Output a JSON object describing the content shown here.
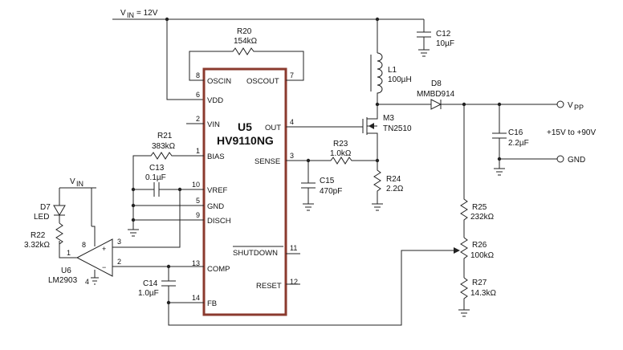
{
  "chip": {
    "ref": "U5",
    "part": "HV9110NG",
    "pins": {
      "oscin": {
        "num": "8",
        "name": "OSCIN"
      },
      "oscout": {
        "num": "7",
        "name": "OSCOUT"
      },
      "vdd": {
        "num": "6",
        "name": "VDD"
      },
      "vin": {
        "num": "2",
        "name": "VIN"
      },
      "bias": {
        "num": "1",
        "name": "BIAS"
      },
      "vref": {
        "num": "10",
        "name": "VREF"
      },
      "gnd": {
        "num": "5",
        "name": "GND"
      },
      "disch": {
        "num": "9",
        "name": "DISCH"
      },
      "comp": {
        "num": "13",
        "name": "COMP"
      },
      "fb": {
        "num": "14",
        "name": "FB"
      },
      "out": {
        "num": "4",
        "name": "OUT"
      },
      "sense": {
        "num": "3",
        "name": "SENSE"
      },
      "shutdown": {
        "num": "11",
        "name": "SHUTDOWN"
      },
      "reset": {
        "num": "12",
        "name": "RESET"
      }
    }
  },
  "supply": {
    "v": "V",
    "sub": "IN",
    "value": "= 12V"
  },
  "r20": {
    "ref": "R20",
    "value": "154kΩ"
  },
  "c12": {
    "ref": "C12",
    "value": "10µF"
  },
  "l1": {
    "ref": "L1",
    "value": "100µH"
  },
  "d8": {
    "ref": "D8",
    "value": "MMBD914"
  },
  "m3": {
    "ref": "M3",
    "value": "TN2510"
  },
  "r21": {
    "ref": "R21",
    "value": "383kΩ"
  },
  "c13": {
    "ref": "C13",
    "value": "0.1µF"
  },
  "r23": {
    "ref": "R23",
    "value": "1.0kΩ"
  },
  "c15": {
    "ref": "C15",
    "value": "470pF"
  },
  "r24": {
    "ref": "R24",
    "value": "2.2Ω"
  },
  "c16": {
    "ref": "C16",
    "value": "2.2µF"
  },
  "r25": {
    "ref": "R25",
    "value": "232kΩ"
  },
  "r26": {
    "ref": "R26",
    "value": "100kΩ"
  },
  "r27": {
    "ref": "R27",
    "value": "14.3kΩ"
  },
  "d7": {
    "ref": "D7",
    "value": "LED"
  },
  "r22": {
    "ref": "R22",
    "value": "3.32kΩ"
  },
  "u6": {
    "ref": "U6",
    "value": "LM2903",
    "pin8": "8",
    "pin1": "1",
    "pin3": "3",
    "pin2": "2",
    "pin4": "4",
    "plus": "+",
    "minus": "−"
  },
  "c14": {
    "ref": "C14",
    "value": "1.0µF"
  },
  "vin_local": {
    "v": "V",
    "sub": "IN"
  },
  "vpp": {
    "v": "V",
    "sub": "PP"
  },
  "range": "+15V to +90V",
  "gnd_label": "GND"
}
